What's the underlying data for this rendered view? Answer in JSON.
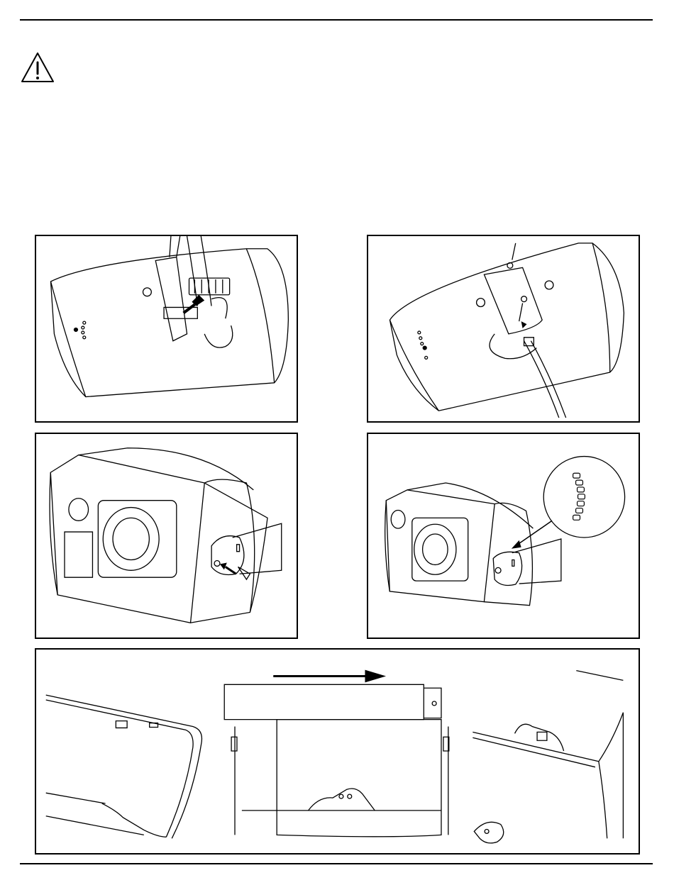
{
  "page": {
    "background": "#ffffff",
    "line_color": "#000000"
  },
  "icons": {
    "warning": "warning-triangle-icon"
  },
  "figures": [
    {
      "id": "fig-1",
      "depicts": "terminal-connector-insertion"
    },
    {
      "id": "fig-2",
      "depicts": "cover-plate-screws-with-cable"
    },
    {
      "id": "fig-3",
      "depicts": "bracket-screw-front-view"
    },
    {
      "id": "fig-4",
      "depicts": "bracket-angle-detail"
    },
    {
      "id": "fig-5",
      "depicts": "grille-slide-on"
    }
  ]
}
